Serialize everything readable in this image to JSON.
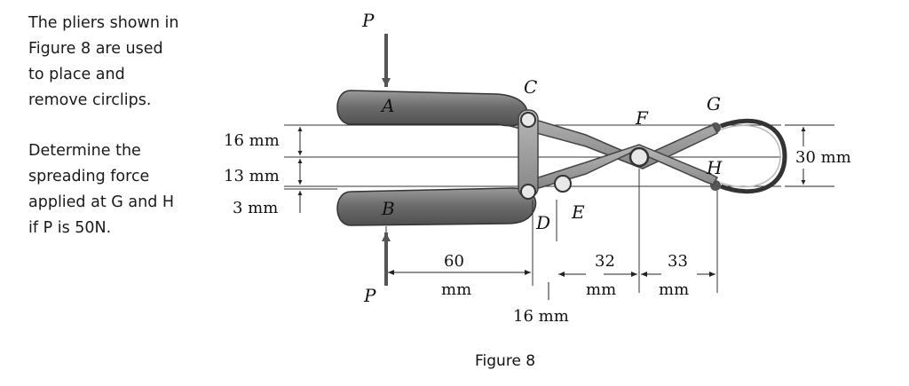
{
  "problem": {
    "paragraph1": [
      "The pliers shown in",
      "Figure 8 are used",
      "to place and",
      "remove circlips."
    ],
    "paragraph2": [
      "Determine the",
      "spreading force",
      "applied at G and H",
      "if P is 50N."
    ]
  },
  "figure": {
    "caption": "Figure 8",
    "point_labels": {
      "P_top": "P",
      "P_bottom": "P",
      "A": "A",
      "B": "B",
      "C": "C",
      "D": "D",
      "E": "E",
      "F": "F",
      "G": "G",
      "H": "H"
    },
    "dimensions": {
      "d16_left": "16 mm",
      "d13": "13 mm",
      "d3": "3 mm",
      "d60_num": "60",
      "d60_unit": "mm",
      "d16_bottom": "16 mm",
      "d32_num": "32",
      "d32_unit": "mm",
      "d33_num": "33",
      "d33_unit": "mm",
      "d30": "30 mm"
    }
  }
}
